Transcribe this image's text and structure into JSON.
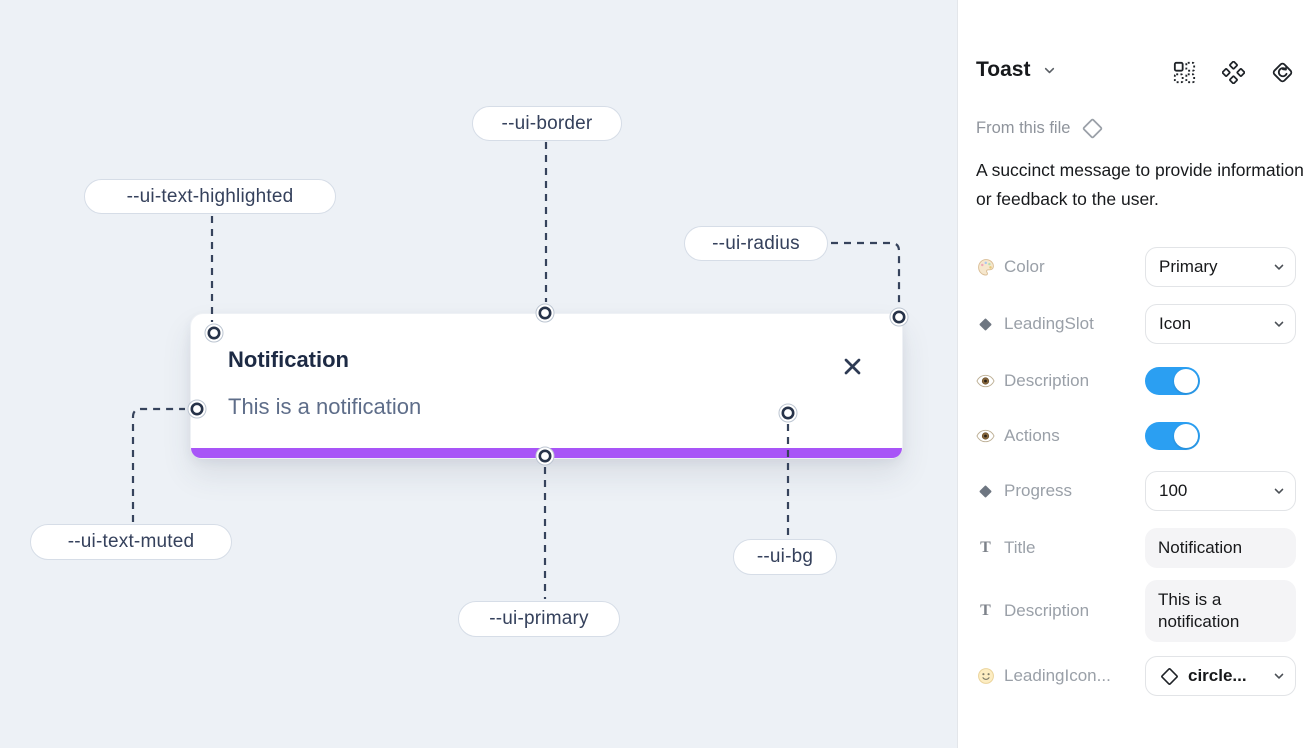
{
  "canvas": {
    "background": "#edf1f6",
    "toast": {
      "title": "Notification",
      "description": "This is a notification",
      "progress_color": "#a855f7"
    },
    "annotations": [
      {
        "text": "--ui-border"
      },
      {
        "text": "--ui-text-highlighted"
      },
      {
        "text": "--ui-radius"
      },
      {
        "text": "--ui-text-muted"
      },
      {
        "text": "--ui-primary"
      },
      {
        "text": "--ui-bg"
      }
    ]
  },
  "panel": {
    "title": "Toast",
    "source_label": "From this file",
    "description": "A succinct message to provide information or feedback to the user.",
    "header_icons": [
      "instance-grid-icon",
      "component-diamonds-icon",
      "component-swap-icon"
    ],
    "properties": [
      {
        "label": "Color",
        "value": "Primary",
        "control": "dropdown",
        "icon": "palette-icon"
      },
      {
        "label": "LeadingSlot",
        "value": "Icon",
        "control": "dropdown",
        "icon": "diamond-icon"
      },
      {
        "label": "Description",
        "value": "on",
        "control": "toggle",
        "icon": "eye-icon"
      },
      {
        "label": "Actions",
        "value": "on",
        "control": "toggle",
        "icon": "eye-icon"
      },
      {
        "label": "Progress",
        "value": "100",
        "control": "dropdown",
        "icon": "diamond-icon"
      },
      {
        "label": "Title",
        "value": "Notification",
        "control": "text",
        "icon": "text-icon"
      },
      {
        "label": "Description",
        "value": "This is a notification",
        "control": "text",
        "icon": "text-icon"
      },
      {
        "label": "LeadingIcon...",
        "value": "circle...",
        "control": "icon-dropdown",
        "icon": "smiley-icon"
      }
    ],
    "colors": {
      "toggle_on": "#2b9ff2",
      "accent_purple": "#a855f7"
    }
  }
}
